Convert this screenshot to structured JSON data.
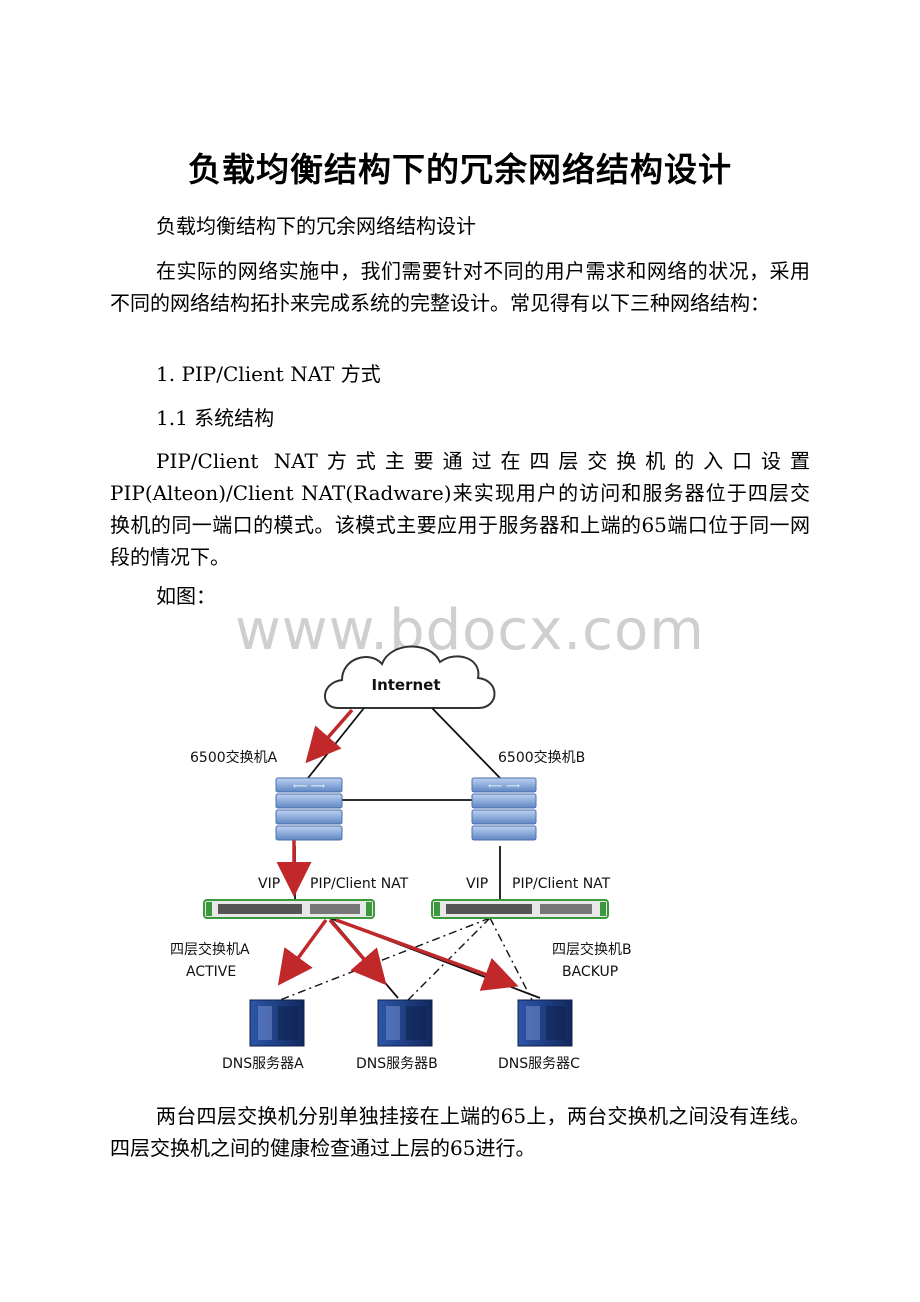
{
  "title": "负载均衡结构下的冗余网络结构设计",
  "paragraphs": {
    "subtitle": "负载均衡结构下的冗余网络结构设计",
    "intro": "在实际的网络实施中，我们需要针对不同的用户需求和网络的状况，采用不同的网络结构拓扑来完成系统的完整设计。常见得有以下三种网络结构：",
    "section1": "1. PIP/Client NAT 方式",
    "section11": "1.1 系统结构",
    "desc": "PIP/Client NAT方式主要通过在四层交换机的入口设置PIP(Alteon)/Client NAT(Radware)来实现用户的访问和服务器位于四层交换机的同一端口的模式。该模式主要应用于服务器和上端的65端口位于同一网段的情况下。",
    "figure_intro": "如图：",
    "after_figure": "两台四层交换机分别单独挂接在上端的65上，两台交换机之间没有连线。四层交换机之间的健康检查通过上层的65进行。"
  },
  "watermark": "www.bdocx.com",
  "diagram": {
    "cloud": "Internet",
    "switch_a": "6500交换机A",
    "switch_b": "6500交换机B",
    "vip_a": "VIP",
    "pip_a": "PIP/Client NAT",
    "vip_b": "VIP",
    "pip_b": "PIP/Client NAT",
    "l4_a_name": "四层交换机A",
    "l4_a_state": "ACTIVE",
    "l4_b_name": "四层交换机B",
    "l4_b_state": "BACKUP",
    "server_a": "DNS服务器A",
    "server_b": "DNS服务器B",
    "server_c": "DNS服务器C",
    "colors": {
      "arrow": "#c0282a",
      "switch": "#6f9ad6",
      "server": "#1f3f8a",
      "l4_green": "#3a9a3a"
    }
  }
}
